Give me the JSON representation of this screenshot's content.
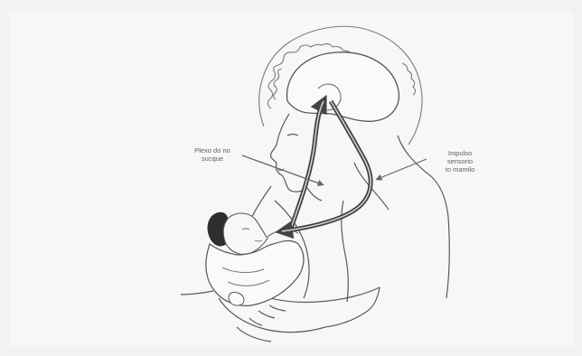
{
  "labels": {
    "left_callout": "Plexo do no\nsucque",
    "right_callout": "Impulso\nsensorio\nto mamilo"
  },
  "colors": {
    "background": "#f2f2f2",
    "paper": "#f7f7f7",
    "outline": "#5a5a5a",
    "hair": "#7a7a7a",
    "baby_hair": "#2e2e2e",
    "arrow": "#444444",
    "arrow_highlight": "#dcdcdc"
  },
  "icons": {
    "arrow_up": "pathway-arrow-up",
    "arrow_down": "pathway-arrow-down"
  }
}
